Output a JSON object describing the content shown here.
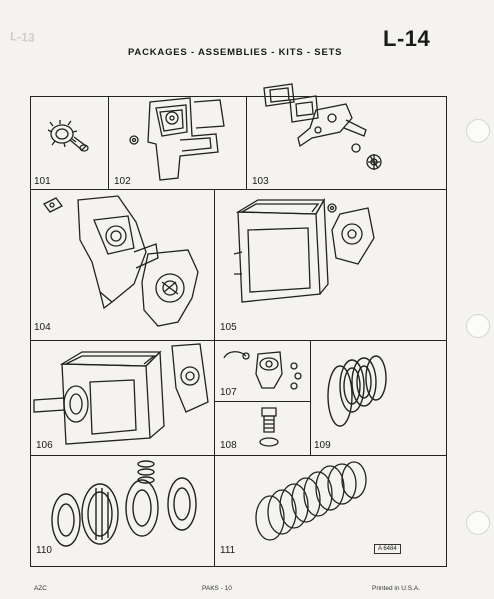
{
  "header": {
    "page_code": "L-14",
    "title": "PACKAGES - ASSEMBLIES - KITS - SETS",
    "faint_stamp": "L-13"
  },
  "figures": [
    {
      "number": "101",
      "icon": "gear-icon"
    },
    {
      "number": "102",
      "icon": "housing-gasket-icon"
    },
    {
      "number": "103",
      "icon": "linkage-assembly-icon"
    },
    {
      "number": "104",
      "icon": "extension-housing-icon"
    },
    {
      "number": "105",
      "icon": "transmission-case-icon"
    },
    {
      "number": "106",
      "icon": "case-assembly-icon"
    },
    {
      "number": "107",
      "icon": "switch-assembly-icon"
    },
    {
      "number": "108",
      "icon": "fitting-icon"
    },
    {
      "number": "109",
      "icon": "bearing-ring-icon"
    },
    {
      "number": "110",
      "icon": "synchronizer-icon"
    },
    {
      "number": "111",
      "icon": "clutch-ring-set-icon"
    }
  ],
  "catalog_ref": "A 6484",
  "footer": {
    "left": "AZC",
    "center": "PAKS - 10",
    "right": "Printed in U.S.A."
  }
}
